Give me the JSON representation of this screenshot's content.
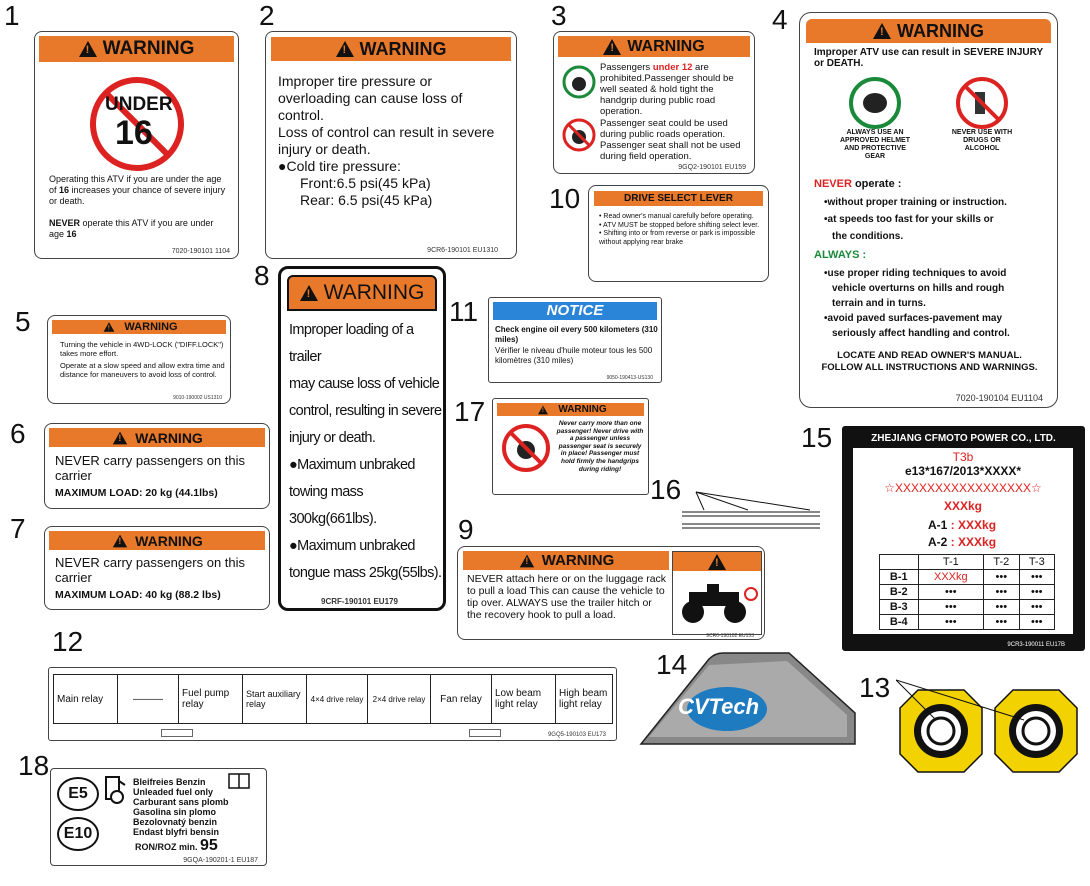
{
  "numbers": [
    "1",
    "2",
    "3",
    "4",
    "5",
    "6",
    "7",
    "8",
    "9",
    "10",
    "11",
    "12",
    "13",
    "14",
    "15",
    "16",
    "17",
    "18"
  ],
  "warning": "WARNING",
  "l1": {
    "u1": "UNDER",
    "u2": "16",
    "p1": "Operating this ATV if you are under the age of ",
    "p1b": "16",
    "p1c": " increases your chance of severe injury or death.",
    "p2a": "NEVER",
    "p2b": " operate this ATV if you are under age ",
    "p2c": "16",
    "code": "7020-190101   1104"
  },
  "l2": {
    "lines": [
      "Improper tire pressure or",
      "overloading can cause  loss of",
      "control.",
      "Loss of control can result in severe",
      "injury or death.",
      "●Cold tire pressure:",
      "Front:6.5 psi(45 kPa)",
      "Rear: 6.5 psi(45 kPa)"
    ],
    "code": "9CR6-190101   EU1310"
  },
  "l3": {
    "a1": "Passengers ",
    "a2": "under 12",
    "a3": " are prohibited.Passenger should be well seated & hold tight the handgrip during public road operation.",
    "b": "Passenger seat could be used during public roads operation. Passenger seat shall not be used during field operation.",
    "code": "9GQ2-190101   EU159"
  },
  "l4": {
    "intro": "Improper ATV use can result in SEVERE INJURY or DEATH.",
    "i1": "ALWAYS USE AN APPROVED HELMET AND PROTECTIVE GEAR",
    "i2": "NEVER USE WITH DRUGS OR ALCOHOL",
    "never": "NEVER",
    "operate": " operate :",
    "n1": "•without proper training or instruction.",
    "n2": "•at speeds too fast for your skills or",
    "n3": "the conditions.",
    "always": "ALWAYS :",
    "a1": "•use proper riding techniques to avoid",
    "a2": "vehicle overturns on hills and rough",
    "a3": "terrain and in turns.",
    "a4": "•avoid paved surfaces-pavement may",
    "a5": "seriously affect handling and control.",
    "f1": "LOCATE AND READ OWNER'S MANUAL.",
    "f2": "FOLLOW ALL INSTRUCTIONS AND WARNINGS.",
    "code": "7020-190104   EU1104"
  },
  "l5": {
    "t1": "Turning the vehicle in 4WD-LOCK (\"DIFF.LOCK\") takes more effort.",
    "t2": "Operate at a slow speed and allow extra time and distance for maneuvers to avoid loss of control.",
    "code": "9010-190002   US1310"
  },
  "l6": {
    "text": "NEVER carry passengers on this carrier",
    "load": "MAXIMUM  LOAD: 20 kg (44.1lbs)"
  },
  "l7": {
    "text": "NEVER carry passengers on this carrier",
    "load": "MAXIMUM  LOAD: 40 kg (88.2 lbs)"
  },
  "l8": {
    "lines": [
      "Improper loading of a trailer",
      "may cause loss of vehicle",
      "control, resulting in severe",
      "injury or death.",
      "●Maximum unbraked",
      "towing mass 300kg(661lbs).",
      "●Maximum unbraked",
      "tongue mass 25kg(55lbs)."
    ],
    "code": "9CRF-190101   EU179"
  },
  "l9": {
    "text": "NEVER attach here or on the luggage rack to pull a load This can cause the vehicle to tip over. ALWAYS use the trailer hitch or the recovery hook to pull a load.",
    "code": "9CR0-190102   EU153"
  },
  "l10": {
    "title": "DRIVE SELECT LEVER",
    "b1": "Read owner's manual carefully before operating.",
    "b2": "ATV MUST be stopped before shifting select lever.",
    "b3": "Shifting into or from reverse or park is impossible without applying rear brake"
  },
  "l11": {
    "title": "NOTICE",
    "t1": "Check engine oil every 500 kilometers (310 miles)",
    "t2": "Vérifier le niveau d'huile moteur tous les 500 kilomètres (310 miles)",
    "code": "9050-190413-US130"
  },
  "l12": {
    "cells": [
      "Main relay",
      "———",
      "Fuel pump relay",
      "Start auxiliary relay",
      "4×4 drive relay",
      "2×4 drive relay",
      "Fan relay",
      "Low beam light relay",
      "High beam light relay"
    ],
    "code": "9GQ5-190103   EU173"
  },
  "l14": {
    "logo": "CVTech"
  },
  "l15": {
    "maker": "ZHEJIANG CFMOTO POWER CO., LTD.",
    "t3b": "T3b",
    "approval": "e13*167/2013*XXXX*",
    "vin": "☆XXXXXXXXXXXXXXXXX☆",
    "kg": "XXXkg",
    "a1": "A-1",
    "a2": "A-2",
    "a1v": "XXXkg",
    "a2v": "XXXkg",
    "cols": [
      "T-1",
      "T-2",
      "T-3"
    ],
    "rows": [
      "B-1",
      "B-2",
      "B-3",
      "B-4"
    ],
    "b1t1": "XXXkg",
    "dots": "•••",
    "code": "9CR3-190011   EU17B"
  },
  "l17": {
    "text": "Never carry more than one passenger! Never drive with a passenger unless passenger seat is securely in place! Passenger must hold firmly the handgrips during riding!"
  },
  "l18": {
    "e5": "E5",
    "e10": "E10",
    "lines": [
      "Bleifreies Benzin",
      "Unleaded fuel only",
      "Carburant sans plomb",
      "Gasolina sin plomo",
      "Bezolovnatý benzin",
      "Endast blyfri bensin"
    ],
    "ron": "RON/ROZ min.",
    "ronv": "95",
    "code": "9GQA-190201-1   EU187"
  },
  "colors": {
    "orange": "#e8782a",
    "blue": "#2a84d8",
    "red": "#d22",
    "yellow": "#f2d200"
  }
}
